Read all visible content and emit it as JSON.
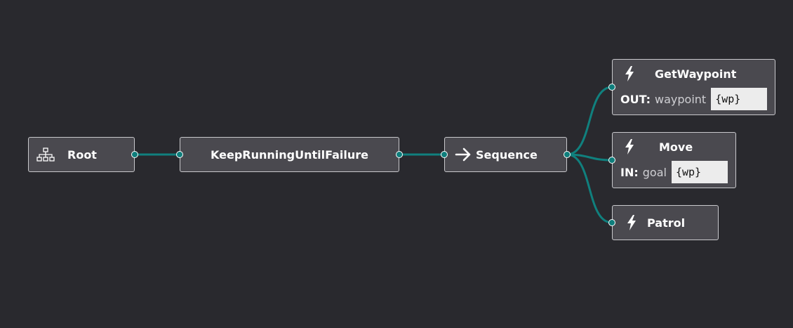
{
  "link_color": "#10807e",
  "port_color": "#0f7e7c",
  "nodes": {
    "root": {
      "label": "Root",
      "icon": "tree-hierarchy-icon"
    },
    "keep_running": {
      "label": "KeepRunningUntilFailure"
    },
    "sequence": {
      "label": "Sequence",
      "icon": "arrow-right-icon"
    },
    "get_waypoint": {
      "label": "GetWaypoint",
      "icon": "lightning-bolt-icon",
      "port": {
        "direction": "OUT:",
        "name": "waypoint",
        "value": "{wp}"
      }
    },
    "move": {
      "label": "Move",
      "icon": "lightning-bolt-icon",
      "port": {
        "direction": "IN:",
        "name": "goal",
        "value": "{wp}"
      }
    },
    "patrol": {
      "label": "Patrol",
      "icon": "lightning-bolt-icon"
    }
  }
}
